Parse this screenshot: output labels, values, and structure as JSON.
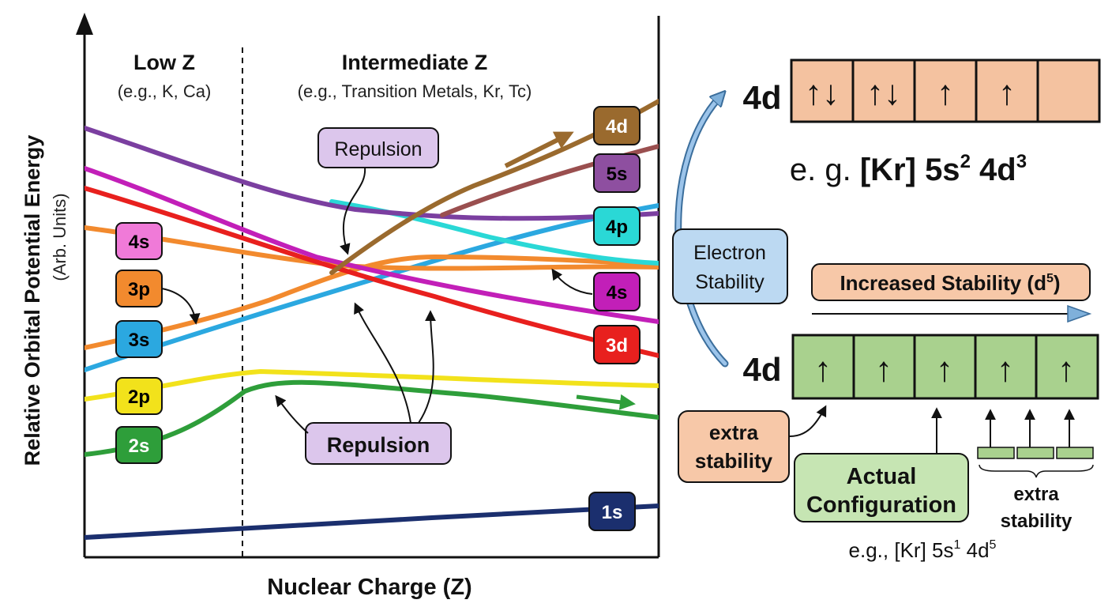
{
  "left_panel": {
    "y_axis_title": "Relative Orbital Potential Energy",
    "y_axis_subtitle": "(Arb. Units)",
    "x_axis_title": "Nuclear Charge (Z)",
    "region_low_title": "Low Z",
    "region_low_subtitle": "(e.g., K, Ca)",
    "region_mid_title": "Intermediate Z",
    "region_mid_subtitle": "(e.g., Transition Metals, Kr, Tc)",
    "repulsion_top": "Repulsion",
    "repulsion_bottom": "Repulsion",
    "orbitals": [
      {
        "label": "1s",
        "color": "#1b2f6e",
        "text_color": "#ffffff"
      },
      {
        "label": "2s",
        "color": "#2e9e3a",
        "text_color": "#ffffff"
      },
      {
        "label": "2p",
        "color": "#f2e21b",
        "text_color": "#000000"
      },
      {
        "label": "3s",
        "color": "#2ba8e0",
        "text_color": "#000000"
      },
      {
        "label": "3p",
        "color": "#f28a2e",
        "text_color": "#000000"
      },
      {
        "label": "4s",
        "color": "#f07ad8",
        "text_color": "#000000"
      },
      {
        "label": "3d",
        "color": "#e8201e",
        "text_color": "#ffffff"
      },
      {
        "label": "4s",
        "color": "#c21fb8",
        "text_color": "#000000"
      },
      {
        "label": "4p",
        "color": "#2ad8d6",
        "text_color": "#000000"
      },
      {
        "label": "5s",
        "color": "#8e4fa0",
        "text_color": "#000000"
      },
      {
        "label": "4d",
        "color": "#9a6a2e",
        "text_color": "#ffffff"
      }
    ]
  },
  "right_panel": {
    "top_label": "4d",
    "top_boxes": [
      "↑↓",
      "↑↓",
      "↑",
      "↑",
      ""
    ],
    "top_box_color": "#f4c2a0",
    "config_top_prefix": "e. g. ",
    "config_top_core": "[Kr]",
    "config_top_s": "5s",
    "config_top_s_sup": "2",
    "config_top_d": "4d",
    "config_top_d_sup": "3",
    "electron_stability_line1": "Electron",
    "electron_stability_line2": "Stability",
    "increased_stability": "Increased Stability (d",
    "increased_stability_sup": "5",
    "increased_stability_end": ")",
    "bottom_label": "4d",
    "bottom_boxes": [
      "↑",
      "↑",
      "↑",
      "↑",
      "↑"
    ],
    "bottom_box_color": "#a9d18e",
    "extra_stability_left_line1": "extra",
    "extra_stability_left_line2": "stability",
    "actual_config_line1": "Actual",
    "actual_config_line2": "Configuration",
    "extra_stability_right_line1": "extra",
    "extra_stability_right_line2": "stability",
    "config_bottom_prefix": "e.g., [Kr] 5s",
    "config_bottom_s_sup": "1",
    "config_bottom_d": " 4d",
    "config_bottom_d_sup": "5"
  }
}
